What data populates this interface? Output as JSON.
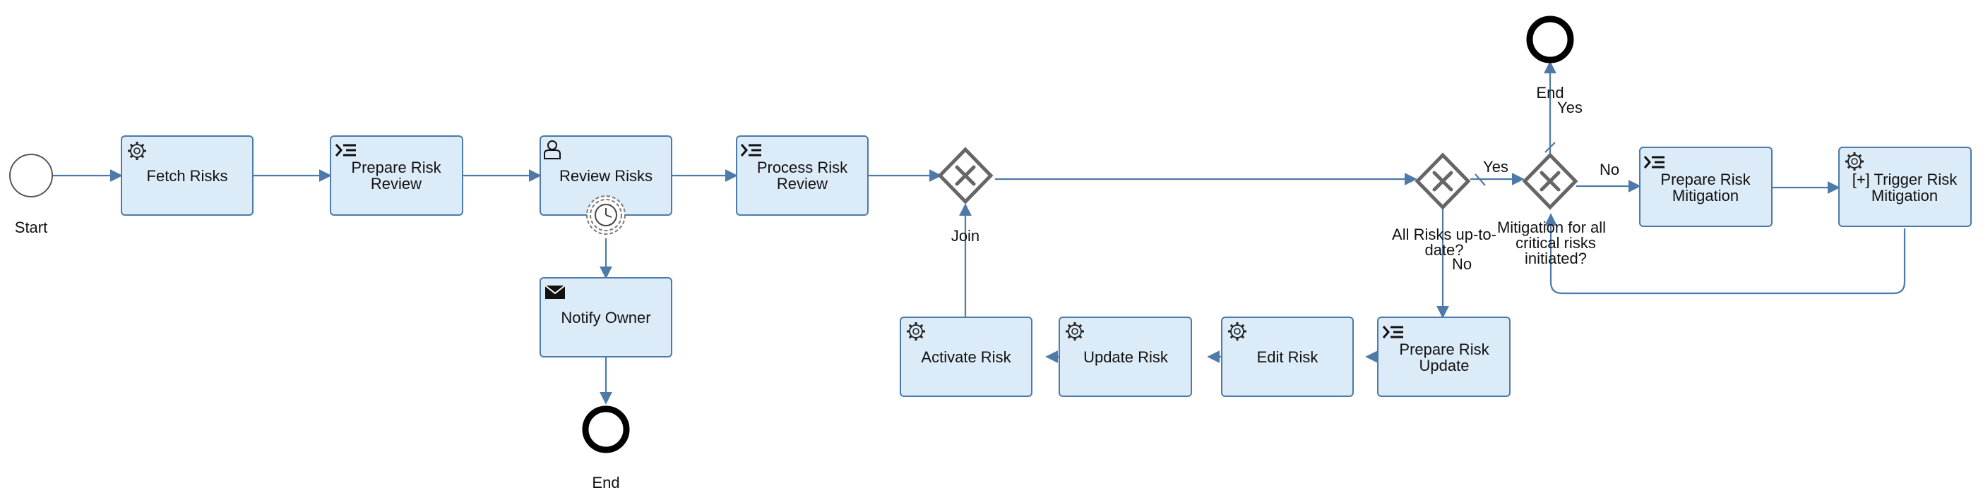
{
  "events": {
    "start": {
      "label": "Start"
    },
    "end_notify": {
      "label": "End"
    },
    "end_top": {
      "label": "End"
    }
  },
  "tasks": {
    "fetch_risks": {
      "label": "Fetch Risks",
      "icon": "gear-icon"
    },
    "prepare_review": {
      "label_lines": [
        "Prepare Risk",
        "Review"
      ],
      "icon": "script-icon"
    },
    "review_risks": {
      "label": "Review Risks",
      "icon": "user-icon"
    },
    "process_review": {
      "label_lines": [
        "Process Risk",
        "Review"
      ],
      "icon": "script-icon"
    },
    "notify_owner": {
      "label": "Notify Owner",
      "icon": "envelope-icon"
    },
    "activate_risk": {
      "label": "Activate Risk",
      "icon": "gear-icon"
    },
    "update_risk": {
      "label": "Update Risk",
      "icon": "gear-icon"
    },
    "edit_risk": {
      "label": "Edit Risk",
      "icon": "gear-icon"
    },
    "prepare_update": {
      "label_lines": [
        "Prepare Risk",
        "Update"
      ],
      "icon": "script-icon"
    },
    "prepare_mitigation": {
      "label_lines": [
        "Prepare Risk",
        "Mitigation"
      ],
      "icon": "script-icon"
    },
    "trigger_mitigation": {
      "label_lines": [
        "[+] Trigger Risk",
        "Mitigation"
      ],
      "icon": "gear-icon"
    }
  },
  "gateways": {
    "join": {
      "label": "Join"
    },
    "all_up_to_date": {
      "label_lines": [
        "All Risks up-to-",
        "date?"
      ]
    },
    "mitigation_initiated": {
      "label_lines": [
        "Mitigation for all",
        "critical risks",
        "initiated?"
      ]
    }
  },
  "flow_labels": {
    "yes_up_to_date": "Yes",
    "no_up_to_date": "No",
    "yes_mitigation": "Yes",
    "no_mitigation": "No"
  },
  "boundary_event": {
    "icon": "timer-icon"
  },
  "colors": {
    "task_fill": "#dcebf8",
    "task_stroke": "#4d7aa8",
    "flow": "#4d7aa8",
    "gateway": "#666666"
  }
}
